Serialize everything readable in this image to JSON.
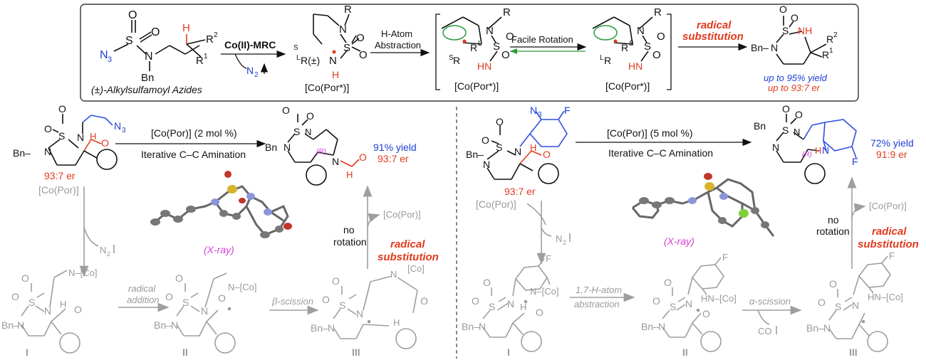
{
  "top_panel": {
    "substrate_atoms": {
      "s": "S",
      "o1": "O",
      "o2": "O",
      "n3": "N",
      "n3sub": "3",
      "n": "N",
      "bn": "Bn",
      "h": "H",
      "r2": "R",
      "r2sup": "2",
      "r1": "R",
      "r1sup": "1"
    },
    "substrate_caption": "(±)-Alkylsulfamoyl Azides",
    "catalyst_label": "Co(II)-MRC",
    "n2_label": "N",
    "n2_sub": "2",
    "intermediate1": {
      "r": "R",
      "n": "N",
      "s": "S",
      "o1": "O",
      "o2": "O",
      "n2": "N",
      "sr": "S",
      "rl": "L",
      "r_pm": "R(±)",
      "h": "H",
      "co": "[Co(Por*)]"
    },
    "hat_label_1": "H-Atom",
    "hat_label_2": "Abstraction",
    "rotation_label": "Facile Rotation",
    "intermediate2_left": {
      "r": "R",
      "n": "N",
      "s": "S",
      "o1": "O",
      "o2": "O",
      "rl": "R",
      "rlsup": "L",
      "sr": "R",
      "srsup": "S",
      "hn": "HN",
      "co": "[Co(Por*)]"
    },
    "intermediate2_right": {
      "r": "R",
      "n": "N",
      "s": "S",
      "o1": "O",
      "o2": "O",
      "rs": "R",
      "rssup": "S",
      "lr": "R",
      "lrsup": "L",
      "hn": "HN",
      "co": "[Co(Por*)]"
    },
    "substitution_label_1": "radical",
    "substitution_label_2": "substitution",
    "product": {
      "o1": "O",
      "o2": "O",
      "s": "S",
      "nh": "NH",
      "n": "N",
      "bn": "Bn–",
      "r2": "R",
      "r2sup": "2",
      "r1": "R",
      "r1sup": "1"
    },
    "yield_text": "up to 95% yield",
    "er_text": "up to 93:7 er"
  },
  "left_panel": {
    "sm": {
      "o1": "O",
      "o2": "O",
      "s": "S",
      "n1": "N",
      "n2": "N",
      "n3": "N",
      "n3sub": "3",
      "h": "H",
      "o3": "O",
      "bn": "Bn–",
      "er": "93:7 er"
    },
    "reagent": "[Co(Por)] (2 mol %)",
    "reaction": "Iterative C–C Amination",
    "product": {
      "o1": "O",
      "o2": "O",
      "s": "S",
      "n1": "N",
      "n2": "N",
      "n3": "N",
      "bn": "Bn",
      "r": "(R)",
      "h": "H",
      "o3": "O"
    },
    "yield": "91% yield",
    "er": "93:7 er",
    "xray": "(X-ray)",
    "co_reagent": "[Co(Por)]",
    "n2": "N",
    "n2sub": "2",
    "co_reagent_2": "[Co(Por)]",
    "no_rotation_1": "no",
    "no_rotation_2": "rotation",
    "radical_sub_1": "radical",
    "radical_sub_2": "substitution",
    "step1_1": "radical",
    "step1_2": "addition",
    "step2": "β-scission",
    "int1": {
      "o1": "O",
      "o2": "O",
      "s": "S",
      "n": "N",
      "nco": "N–[Co]",
      "h": "H",
      "o": "O",
      "bn": "Bn–",
      "n2": "N",
      "label": "I"
    },
    "int2": {
      "o1": "O",
      "o2": "O",
      "s": "S",
      "n": "N",
      "nco": "N–[Co]",
      "o": "O",
      "bn": "Bn–",
      "n2": "N",
      "label": "II"
    },
    "int3": {
      "o1": "O",
      "o2": "O",
      "s": "S",
      "n": "N",
      "nco": "N",
      "co": "[Co]",
      "o": "O",
      "h": "H",
      "bn": "Bn–",
      "n2": "N",
      "label": "III"
    }
  },
  "right_panel": {
    "sm": {
      "n3": "N",
      "n3sub": "3",
      "f": "F",
      "o1": "O",
      "o2": "O",
      "s": "S",
      "n1": "N",
      "n2": "N",
      "h": "H",
      "o3": "O",
      "bn": "Bn–",
      "er": "93:7 er"
    },
    "reagent": "[Co(Por)] (5 mol %)",
    "reaction": "Iterative C–C Amination",
    "product": {
      "o1": "O",
      "o2": "O",
      "s": "S",
      "n1": "N",
      "n2": "N",
      "bn": "Bn",
      "r": "(R)",
      "nh": "N",
      "h": "H",
      "f": "F"
    },
    "yield": "72% yield",
    "er": "91:9 er",
    "xray": "(X-ray)",
    "co_reagent": "[Co(Por)]",
    "n2": "N",
    "n2sub": "2",
    "co_reagent_2": "[Co(Por)]",
    "no_rotation_1": "no",
    "no_rotation_2": "rotation",
    "radical_sub_1": "radical",
    "radical_sub_2": "substitution",
    "step1_1": "1,7-H-atom",
    "step1_2": "abstraction",
    "step2": "α-scission",
    "co_text": "CO",
    "int1": {
      "f": "F",
      "nco": "N–[Co]",
      "o1": "O",
      "o2": "O",
      "s": "S",
      "n": "N",
      "h": "H",
      "o": "O",
      "bn": "Bn–",
      "n2": "N",
      "label": "I"
    },
    "int2": {
      "f": "F",
      "nco": "HN–[Co]",
      "o1": "O",
      "o2": "O",
      "s": "S",
      "n": "N",
      "o": "O",
      "bn": "Bn–",
      "n2": "N",
      "label": "II"
    },
    "int3": {
      "f": "F",
      "nco": "HN–[Co]",
      "o1": "O",
      "o2": "O",
      "s": "S",
      "n": "N",
      "bn": "Bn–",
      "n2": "N",
      "label": "III"
    }
  }
}
